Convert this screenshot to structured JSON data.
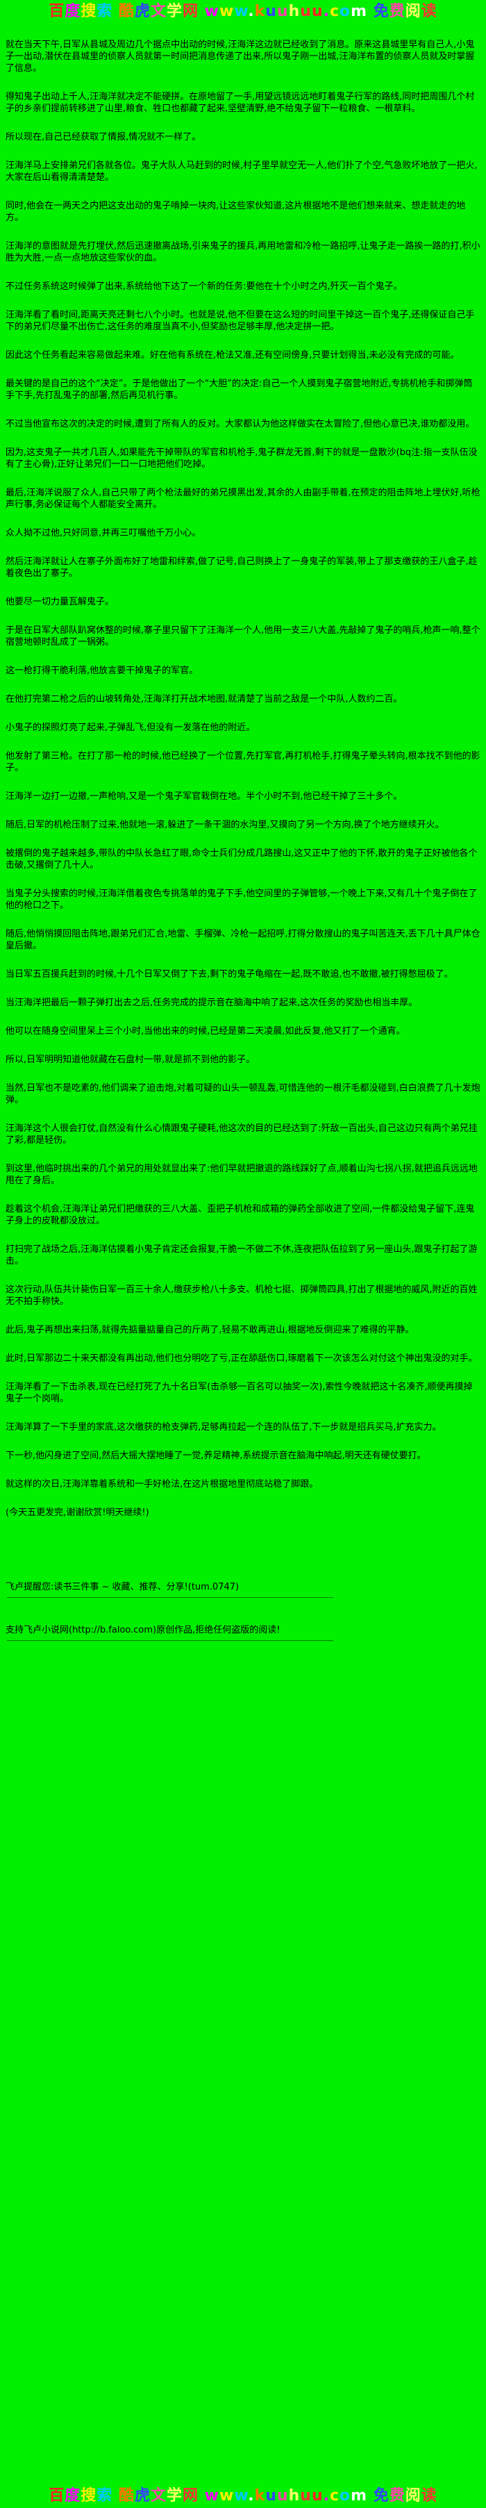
{
  "page": {
    "bg_color": "#00f000",
    "text_color": "#000000"
  },
  "banner": {
    "text": "百度搜索 酷虎文学网 www.kuuhuu.com 免费阅读",
    "colors": [
      "#ff2222",
      "#ff00ff",
      "#ffee00",
      "#00ccff",
      "#ffffff",
      "#ff7700",
      "#3344ff",
      "#ff44aa",
      "#ffff66",
      "#ff3333"
    ]
  },
  "content": {
    "paragraphs": [
      "就在当天下午,日军从县城及周边几个据点中出动的时候,汪海洋这边就已经收到了消息。原来这县城里早有自己人,小鬼子一出动,潜伏在县城里的侦察人员就第一时间把消息传递了出来,所以鬼子刚一出城,汪海洋布置的侦察人员就及时掌握了信息。",
      "得知鬼子出动上千人,汪海洋就决定不能硬拼。在原地留了一手,用望远镜远远地盯着鬼子行军的路线,同时把周围几个村子的乡亲们提前转移进了山里,粮食、牲口也都藏了起来,坚壁清野,绝不给鬼子留下一粒粮食、一根草料。",
      "所以现在,自己已经获取了情报,情况就不一样了。",
      "汪海洋马上安排弟兄们各就各位。鬼子大队人马赶到的时候,村子里早就空无一人,他们扑了个空,气急败坏地放了一把火,大家在后山看得清清楚楚。",
      "同时,他会在一两天之内把这支出动的鬼子啃掉一块肉,让这些家伙知道,这片根据地不是他们想来就来、想走就走的地方。",
      "汪海洋的意图就是先打埋伏,然后迅速撤离战场,引来鬼子的援兵,再用地雷和冷枪一路招呼,让鬼子走一路挨一路的打,积小胜为大胜,一点一点地放这些家伙的血。",
      "不过任务系统这时候弹了出来,系统给他下达了一个新的任务:要他在十个小时之内,歼灭一百个鬼子。",
      "汪海洋看了看时间,距离天亮还剩七八个小时。也就是说,他不但要在这么短的时间里干掉这一百个鬼子,还得保证自己手下的弟兄们尽量不出伤亡,这任务的难度当真不小,但奖励也足够丰厚,他决定拼一把。",
      "因此这个任务看起来容易做起来难。好在他有系统在,枪法又准,还有空间傍身,只要计划得当,未必没有完成的可能。",
      "最关键的是自己的这个“决定”。于是他做出了一个“大胆”的决定:自己一个人摸到鬼子宿营地附近,专挑机枪手和掷弹筒手下手,先打乱鬼子的部署,然后再见机行事。",
      "不过当他宣布这次的决定的时候,遭到了所有人的反对。大家都认为他这样做实在太冒险了,但他心意已决,谁劝都没用。",
      "因为,这支鬼子一共才几百人,如果能先干掉带队的军官和机枪手,鬼子群龙无首,剩下的就是一盘散沙(bq注:指一支队伍没有了主心骨),正好让弟兄们一口一口地把他们吃掉。",
      "最后,汪海洋说服了众人,自己只带了两个枪法最好的弟兄摸黑出发,其余的人由副手带着,在预定的阻击阵地上埋伏好,听枪声行事,务必保证每个人都能安全离开。",
      "众人拗不过他,只好同意,并再三叮嘱他千万小心。",
      "然后汪海洋就让人在寨子外面布好了地雷和绊索,做了记号,自己则换上了一身鬼子的军装,带上了那支缴获的王八盒子,趁着夜色出了寨子。",
      "他要尽一切力量瓦解鬼子。",
      "于是在日军大部队趴窝休整的时候,寨子里只留下了汪海洋一个人,他用一支三八大盖,先敲掉了鬼子的哨兵,枪声一响,整个宿营地顿时乱成了一锅粥。",
      "这一枪打得干脆利落,他放言要干掉鬼子的军官。",
      "在他打完第二枪之后的山坡转角处,汪海洋打开战术地图,就清楚了当前之敌是一个中队,人数约二百。",
      "小鬼子的探照灯亮了起来,子弹乱飞,但没有一发落在他的附近。",
      "他发射了第三枪。在打了那一枪的时候,他已经换了一个位置,先打军官,再打机枪手,打得鬼子晕头转向,根本找不到他的影子。",
      "汪海洋一边打一边撤,一声枪响,又是一个鬼子军官栽倒在地。半个小时不到,他已经干掉了三十多个。",
      "随后,日军的机枪压制了过来,他就地一滚,躲进了一条干涸的水沟里,又摸向了另一个方向,换了个地方继续开火。",
      "被撂倒的鬼子越来越多,带队的中队长急红了眼,命令士兵们分成几路搜山,这又正中了他的下怀,散开的鬼子正好被他各个击破,又撂倒了几十人。",
      "当鬼子分头搜索的时候,汪海洋借着夜色专挑落单的鬼子下手,他空间里的子弹管够,一个晚上下来,又有几十个鬼子倒在了他的枪口之下。",
      "随后,他悄悄摸回阻击阵地,跟弟兄们汇合,地雷、手榴弹、冷枪一起招呼,打得分散搜山的鬼子叫苦连天,丢下几十具尸体仓皇后撤。",
      "当日军五百援兵赶到的时候,十几个日军又倒了下去,剩下的鬼子龟缩在一起,既不敢追,也不敢撤,被打得憋屈极了。",
      "当汪海洋把最后一颗子弹打出去之后,任务完成的提示音在脑海中响了起来,这次任务的奖励也相当丰厚。",
      "他可以在随身空间里呆上三个小时,当他出来的时候,已经是第二天凌晨,如此反复,他又打了一个通宵。",
      "所以,日军明明知道他就藏在石盘村一带,就是抓不到他的影子。",
      "当然,日军也不是吃素的,他们调来了迫击炮,对着可疑的山头一顿乱轰,可惜连他的一根汗毛都没碰到,白白浪费了几十发炮弹。",
      "汪海洋这个人很会打仗,自然没有什么心情跟鬼子硬耗,他这次的目的已经达到了:歼敌一百出头,自己这边只有两个弟兄挂了彩,都是轻伤。",
      "到这里,他临时挑出来的几个弟兄的用处就显出来了:他们早就把撤退的路线踩好了点,顺着山沟七拐八拐,就把追兵远远地甩在了身后。",
      "趁着这个机会,汪海洋让弟兄们把缴获的三八大盖、歪把子机枪和成箱的弹药全部收进了空间,一件都没给鬼子留下,连鬼子身上的皮靴都没放过。",
      "打扫完了战场之后,汪海洋估摸着小鬼子肯定还会报复,干脆一不做二不休,连夜把队伍拉到了另一座山头,跟鬼子打起了游击。",
      "这次行动,队伍共计毙伤日军一百三十余人,缴获步枪八十多支、机枪七挺、掷弹筒四具,打出了根据地的威风,附近的百姓无不拍手称快。",
      "此后,鬼子再想出来扫荡,就得先掂量掂量自己的斤两了,轻易不敢再进山,根据地反倒迎来了难得的平静。",
      "此时,日军那边二十来天都没有再出动,他们也分明吃了亏,正在舔舐伤口,琢磨着下一次该怎么对付这个神出鬼没的对手。",
      "汪海洋看了一下击杀表,现在已经打死了九十名日军(击杀够一百名可以抽奖一次),索性今晚就把这十名凑齐,顺便再摸掉鬼子一个岗哨。",
      "汪海洋算了一下手里的家底,这次缴获的枪支弹药,足够再拉起一个连的队伍了,下一步就是招兵买马,扩充实力。",
      "下一秒,他闪身进了空间,然后大摇大摆地睡了一觉,养足精神,系统提示音在脑海中响起,明天还有硬仗要打。",
      "就这样的次日,汪海洋靠着系统和一手好枪法,在这片根据地里彻底站稳了脚跟。"
    ],
    "author_note": "(今天五更发完,谢谢欣赏!明天继续!)"
  },
  "footer": {
    "faloo_tip": "飞卢提醒您:读书三件事 ~ 收藏、推荐、分享!(tum.0747)",
    "faloo_support": "支持飞卢小说网(http://b.faloo.com)原创作品,拒绝任何盗版的阅读!"
  }
}
